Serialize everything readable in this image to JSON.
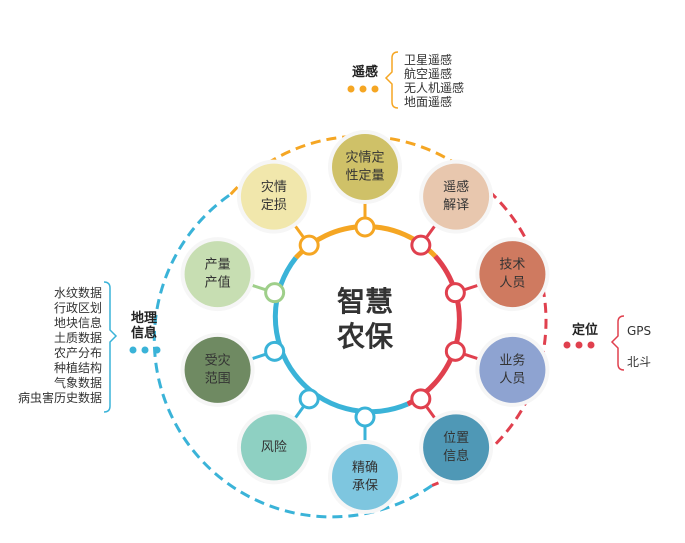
{
  "center": {
    "line1": "智慧",
    "line2": "农保"
  },
  "nodes": [
    {
      "id": "disaster-qual-quant",
      "line1": "灾情定",
      "line2": "性定量",
      "color": "#cfc168",
      "textColor": "#333333"
    },
    {
      "id": "remote-sensing-interpretation",
      "line1": "遥感",
      "line2": "解译",
      "color": "#e8c7ae",
      "textColor": "#333333"
    },
    {
      "id": "technical-staff",
      "line1": "技术",
      "line2": "人员",
      "color": "#cf7a60",
      "textColor": "#333333"
    },
    {
      "id": "business-staff",
      "line1": "业务",
      "line2": "人员",
      "color": "#8ea3d1",
      "textColor": "#333333"
    },
    {
      "id": "location-info",
      "line1": "位置",
      "line2": "信息",
      "color": "#4f98b6",
      "textColor": "#333333"
    },
    {
      "id": "precise-underwriting",
      "line1": "精确",
      "line2": "承保",
      "color": "#7ec6df",
      "textColor": "#333333"
    },
    {
      "id": "risk",
      "line1": "风险",
      "line2": "",
      "color": "#8ed0c2",
      "textColor": "#333333"
    },
    {
      "id": "disaster-area",
      "line1": "受灾",
      "line2": "范围",
      "color": "#6f8a62",
      "textColor": "#333333"
    },
    {
      "id": "output-value",
      "line1": "产量",
      "line2": "产值",
      "color": "#c7deb2",
      "textColor": "#333333"
    },
    {
      "id": "disaster-loss",
      "line1": "灾情",
      "line2": "定损",
      "color": "#f1e7ac",
      "textColor": "#333333"
    }
  ],
  "groups": {
    "remote": {
      "title": "遥感",
      "items": [
        "卫星遥感",
        "航空遥感",
        "无人机遥感",
        "地面遥感"
      ]
    },
    "geo": {
      "title_line1": "地理",
      "title_line2": "信息",
      "items": [
        "水纹数据",
        "行政区划",
        "地块信息",
        "土质数据",
        "农产分布",
        "种植结构",
        "气象数据",
        "病虫害历史数据"
      ]
    },
    "position": {
      "title": "定位",
      "items": [
        "GPS",
        "北斗"
      ]
    }
  },
  "colors": {
    "orange": "#f5a623",
    "red": "#e0404e",
    "blue": "#3ab3d8",
    "green": "#9fcf8a",
    "node_ring": "#f6f6f6"
  }
}
